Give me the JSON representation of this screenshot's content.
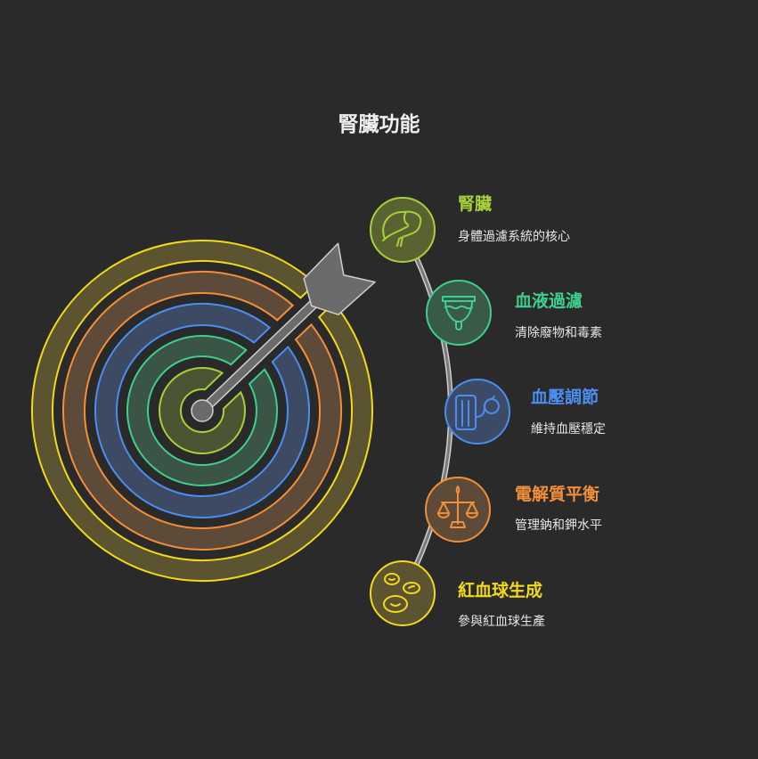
{
  "title": "腎臟功能",
  "items": [
    {
      "label": "腎臟",
      "desc": "身體過濾系統的核心",
      "color": "#a6d13a",
      "icon": "kidney-icon"
    },
    {
      "label": "血液過濾",
      "desc": "清除廢物和毒素",
      "color": "#3ecf8e",
      "icon": "filter-cup-icon"
    },
    {
      "label": "血壓調節",
      "desc": "維持血壓穩定",
      "color": "#4a8ef0",
      "icon": "blood-pressure-cuff-icon"
    },
    {
      "label": "電解質平衡",
      "desc": "管理鈉和鉀水平",
      "color": "#f28f38",
      "icon": "balance-scale-icon"
    },
    {
      "label": "紅血球生成",
      "desc": "參與紅血球生產",
      "color": "#f2d91a",
      "icon": "red-blood-cells-icon"
    }
  ]
}
